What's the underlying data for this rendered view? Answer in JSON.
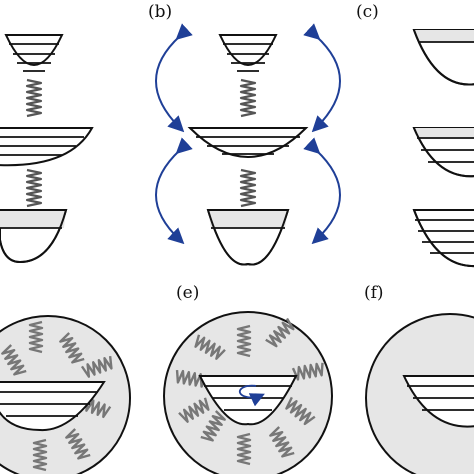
{
  "panel_labels": {
    "b": "(b)",
    "c": "(c)",
    "e": "(e)",
    "f": "(f)"
  },
  "colors": {
    "stroke": "#111111",
    "well_fill": "#e6e6e6",
    "circle_fill": "#e6e6e6",
    "arrow_blue": "#1f3f97",
    "spring_gray": "#8a8a8a",
    "background": "#ffffff"
  },
  "icons": {
    "well": "potential-well",
    "spring": "coil-spring",
    "arrow": "curved-double-arrow",
    "rotation": "rotation-arrow"
  }
}
